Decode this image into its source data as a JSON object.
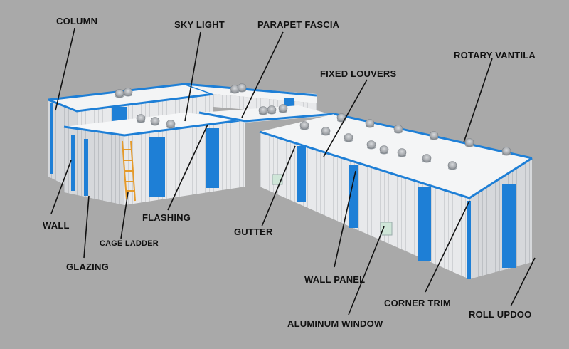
{
  "labels": {
    "column": "COLUMN",
    "sky_light": "SKY LIGHT",
    "parapet_fascia": "PARAPET FASCIA",
    "rotary_ventilator": "ROTARY VANTILA",
    "fixed_louvers": "FIXED LOUVERS",
    "wall": "WALL",
    "flashing": "FLASHING",
    "gutter": "GUTTER",
    "cage_ladder": "CAGE LADDER",
    "glazing": "GLAZING",
    "wall_panel": "WALL PANEL",
    "corner_trim": "CORNER TRIM",
    "aluminum_window": "ALUMINUM WINDOW",
    "roll_up_door": "ROLL UPDOO"
  },
  "colors": {
    "background": "#a9a9a9",
    "trim_blue": "#1e7fd6",
    "wall_white": "#e9eaec",
    "roof_white": "#f4f5f6",
    "ladder_orange": "#e59a2a",
    "label_text": "#111111"
  }
}
